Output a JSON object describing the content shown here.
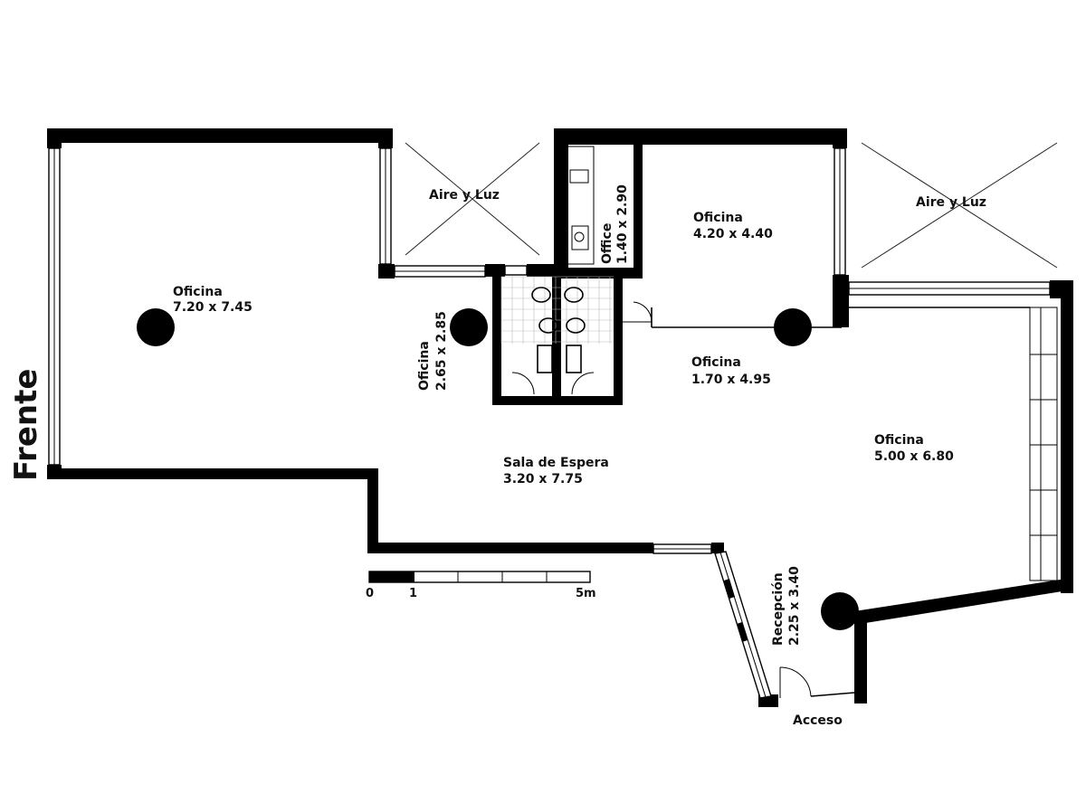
{
  "orientation_label": "Frente",
  "entrance_label": "Acceso",
  "rooms": [
    {
      "id": "oficina-1",
      "name": "Oficina",
      "dims": "7.20 x 7.45"
    },
    {
      "id": "oficina-2",
      "name": "Oficina",
      "dims": "2.65 x 2.85"
    },
    {
      "id": "oficina-3",
      "name": "Oficina",
      "dims": "4.20 x 4.40"
    },
    {
      "id": "oficina-4",
      "name": "Oficina",
      "dims": "1.70 x 4.95"
    },
    {
      "id": "oficina-5",
      "name": "Oficina",
      "dims": "5.00 x 6.80"
    },
    {
      "id": "sala-espera",
      "name": "Sala de Espera",
      "dims": "3.20 x 7.75"
    },
    {
      "id": "office",
      "name": "Office",
      "dims": "1.40 x 2.90"
    },
    {
      "id": "recepcion",
      "name": "Recepción",
      "dims": "2.25 x 3.40"
    }
  ],
  "voids": [
    {
      "name": "Aire y Luz"
    },
    {
      "name": "Aire y Luz"
    }
  ],
  "scale_bar": {
    "ticks": [
      "0",
      "1",
      "5m"
    ]
  }
}
